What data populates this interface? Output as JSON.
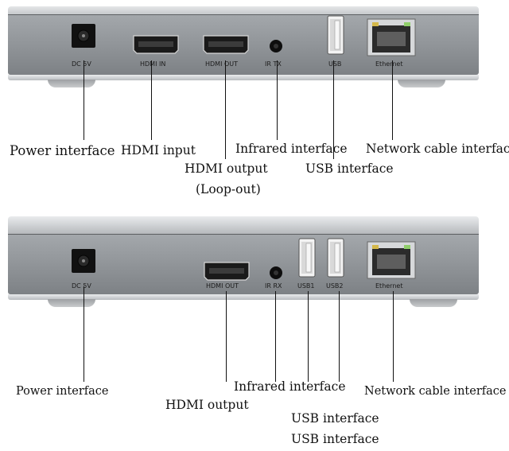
{
  "top_panel": {
    "ports": {
      "dc": "DC 5V",
      "hdmi_in": "HDMI IN",
      "hdmi_out": "HDMI OUT",
      "ir": "IR TX",
      "usb": "USB",
      "ethernet": "Ethernet"
    },
    "callouts": {
      "power": "Power interface",
      "hdmi_in": "HDMI input",
      "hdmi_out_line1": "HDMI output",
      "hdmi_out_line2": "(Loop-out)",
      "ir": "Infrared interface",
      "usb": "USB interface",
      "ethernet": "Network cable interface"
    }
  },
  "bottom_panel": {
    "ports": {
      "dc": "DC 5V",
      "hdmi_out": "HDMI OUT",
      "ir": "IR RX",
      "usb1": "USB1",
      "usb2": "USB2",
      "ethernet": "Ethernet"
    },
    "callouts": {
      "power": "Power interface",
      "hdmi_out": "HDMI output",
      "ir": "Infrared interface",
      "usb1": "USB interface",
      "usb2": "USB interface",
      "ethernet": "Network cable interface"
    }
  }
}
